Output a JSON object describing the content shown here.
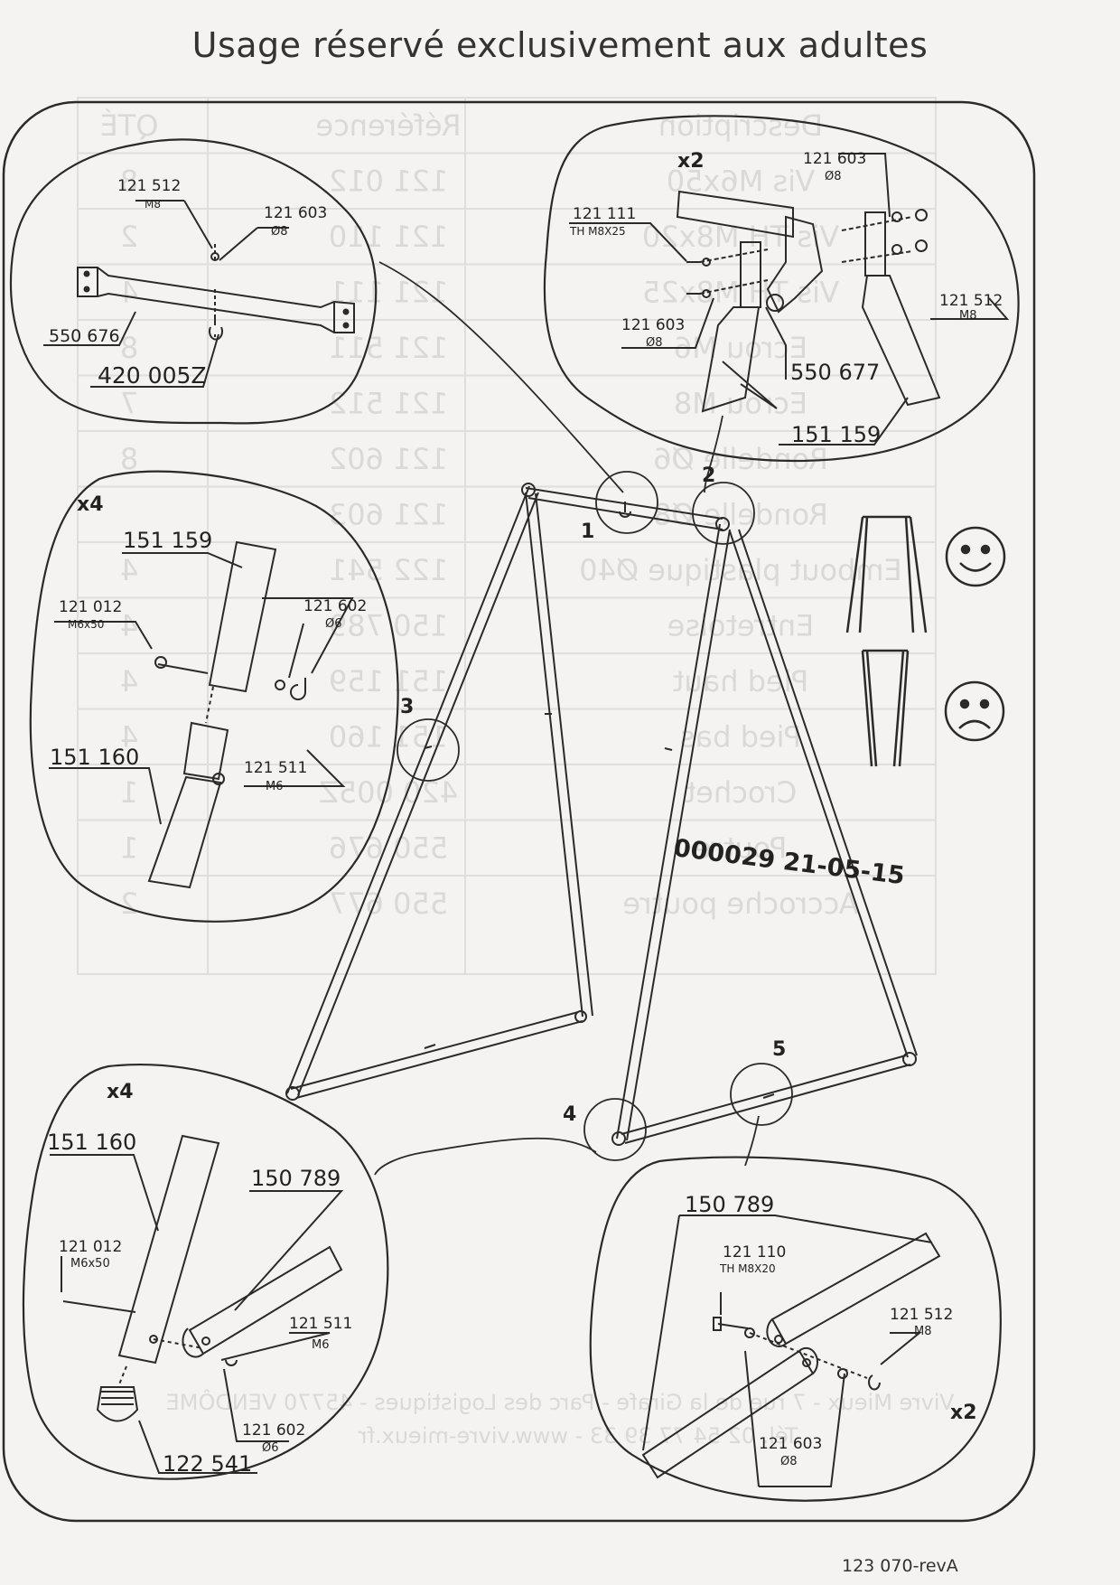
{
  "page": {
    "heading": "Usage réservé exclusivement aux adultes",
    "document_ref": "123 070-revA",
    "stamp": "000029 21-05-15"
  },
  "bleed_through_table": {
    "headers": [
      "Description",
      "Référence",
      "QTÉ"
    ],
    "rows": [
      [
        "Vis M6x50",
        "121 012",
        "8"
      ],
      [
        "Vis TH M8x20",
        "121 110",
        "2"
      ],
      [
        "Vis TH M8x25",
        "121 111",
        "4"
      ],
      [
        "Ecrou M6",
        "121 511",
        "8"
      ],
      [
        "Ecrou M8",
        "121 512",
        "7"
      ],
      [
        "Rondelle Ø6",
        "121 602",
        "8"
      ],
      [
        "Rondelle Ø8",
        "121 603",
        ""
      ],
      [
        "Embout plastique Ø40",
        "122 541",
        "4"
      ],
      [
        "Entretoise",
        "150 789",
        "4"
      ],
      [
        "Pied haut",
        "151 159",
        "4"
      ],
      [
        "Pied bas",
        "151 160",
        "4"
      ],
      [
        "Crochet",
        "420 005Z",
        "1"
      ],
      [
        "Poutre",
        "550 676",
        "1"
      ],
      [
        "Accroche poutre",
        "550 677",
        "2"
      ]
    ],
    "footer_line_1": "Vivre Mieux - 7 rue de la Girafe - Parc des Logistiques - 45770 VENDÔME",
    "footer_line_2": "Tél. 02 54 77 39 33 - www.vivre-mieux.fr"
  },
  "main_frame": {
    "callouts": [
      "1",
      "2",
      "3",
      "4",
      "5"
    ]
  },
  "guide": {
    "good_icon": "smiley-happy-icon",
    "bad_icon": "smiley-sad-icon"
  },
  "detail_1": {
    "labels": {
      "nut": "121 512",
      "nut_size": "M8",
      "washer": "121 603",
      "washer_size": "Ø8",
      "beam": "550 676",
      "hook": "420 005Z"
    }
  },
  "detail_2": {
    "multiplier": "x2",
    "labels": {
      "washer_top": "121 603",
      "washer_top_size": "Ø8",
      "bolt": "121 111",
      "bolt_size": "TH M8X25",
      "nut": "121 512",
      "nut_size": "M8",
      "washer_left": "121 603",
      "washer_left_size": "Ø8",
      "bracket": "550 677",
      "leg": "151 159"
    }
  },
  "detail_3": {
    "multiplier": "x4",
    "labels": {
      "upper_leg": "151 159",
      "screw": "121 012",
      "screw_size": "M6x50",
      "washer": "121 602",
      "washer_size": "Ø6",
      "lower_leg": "151 160",
      "nut": "121 511",
      "nut_size": "M6"
    }
  },
  "detail_4": {
    "multiplier": "x4",
    "labels": {
      "leg": "151 160",
      "brace": "150 789",
      "screw": "121 012",
      "screw_size": "M6x50",
      "nut": "121 511",
      "nut_size": "M6",
      "washer": "121 602",
      "washer_size": "Ø6",
      "cap": "122 541"
    }
  },
  "detail_5": {
    "multiplier": "x2",
    "labels": {
      "brace": "150 789",
      "bolt": "121 110",
      "bolt_size": "TH M8X20",
      "nut": "121 512",
      "nut_size": "M8",
      "washer": "121 603",
      "washer_size": "Ø8"
    }
  },
  "colors": {
    "line": "#2a2a2a",
    "paper": "#f4f3f1",
    "ghost_text": "#c4c4c4"
  }
}
